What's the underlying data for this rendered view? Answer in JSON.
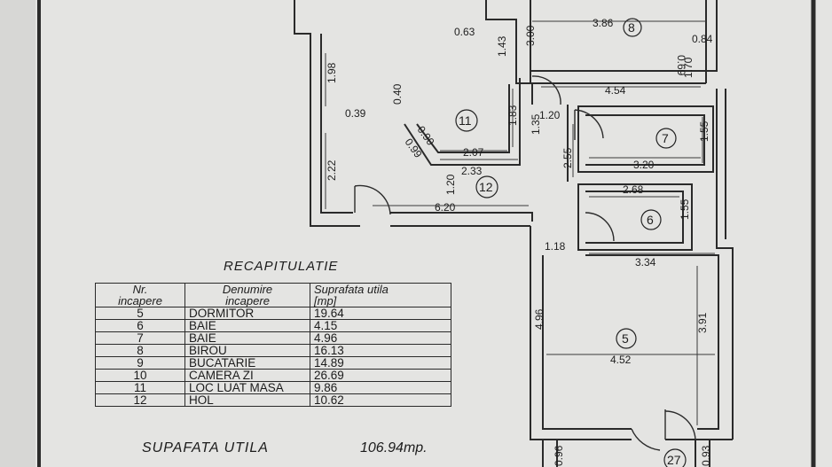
{
  "plan": {
    "dimensions": [
      "0.63",
      "1.43",
      "3.00",
      "3.86",
      "0.84",
      "0.69",
      "1.70",
      "1.98",
      "0.39",
      "0.40",
      "4.54",
      "1.20",
      "1.83",
      "1.35",
      "0.90",
      "0.99",
      "2.07",
      "2.33",
      "1.55",
      "2.55",
      "3.20",
      "2.22",
      "1.20",
      "6.20",
      "2.68",
      "1.55",
      "1.18",
      "3.34",
      "4.96",
      "3.91",
      "4.52",
      "0.96",
      "0.93"
    ],
    "rooms": [
      "8",
      "11",
      "7",
      "12",
      "6",
      "5",
      "27"
    ]
  },
  "recap": {
    "title": "RECAPITULATIE",
    "headers": {
      "nr": [
        "Nr.",
        "incapere"
      ],
      "name": [
        "Denumire",
        "incapere"
      ],
      "area": [
        "Suprafata utila",
        "[mp]"
      ]
    },
    "rows": [
      {
        "nr": "5",
        "name": "DORMITOR",
        "area": "19.64"
      },
      {
        "nr": "6",
        "name": "BAIE",
        "area": "4.15"
      },
      {
        "nr": "7",
        "name": "BAIE",
        "area": "4.96"
      },
      {
        "nr": "8",
        "name": "BIROU",
        "area": "16.13"
      },
      {
        "nr": "9",
        "name": "BUCATARIE",
        "area": "14.89"
      },
      {
        "nr": "10",
        "name": "CAMERA ZI",
        "area": "26.69"
      },
      {
        "nr": "11",
        "name": "LOC LUAT MASA",
        "area": "9.86"
      },
      {
        "nr": "12",
        "name": "HOL",
        "area": "10.62"
      }
    ],
    "total_label": "SUPAFATA UTILA",
    "total_value": "106.94mp."
  }
}
